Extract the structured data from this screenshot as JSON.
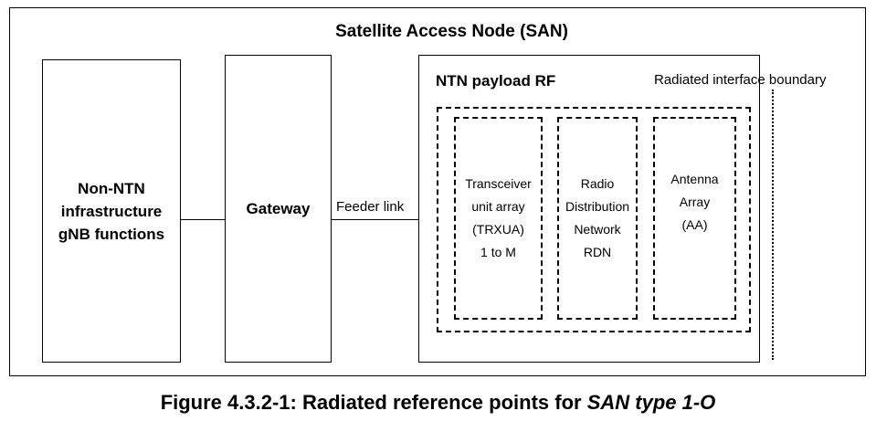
{
  "diagram": {
    "san_title": "Satellite Access Node (SAN)",
    "gnb_block": [
      "Non-NTN",
      "infrastructure",
      "gNB functions"
    ],
    "gateway_label": "Gateway",
    "feeder_link_label": "Feeder link",
    "payload_title": "NTN payload RF",
    "radiated_boundary_label": "Radiated interface boundary",
    "trxua_block": [
      "Transceiver",
      "unit array",
      "(TRXUA)",
      "1 to M"
    ],
    "rdn_block": [
      "Radio",
      "Distribution",
      "Network",
      "RDN"
    ],
    "aa_block": [
      "Antenna",
      "Array",
      "(AA)"
    ]
  },
  "caption": {
    "prefix": "Figure 4.3.2-1: Radiated reference points for ",
    "emphasis": "SAN type 1-O"
  }
}
